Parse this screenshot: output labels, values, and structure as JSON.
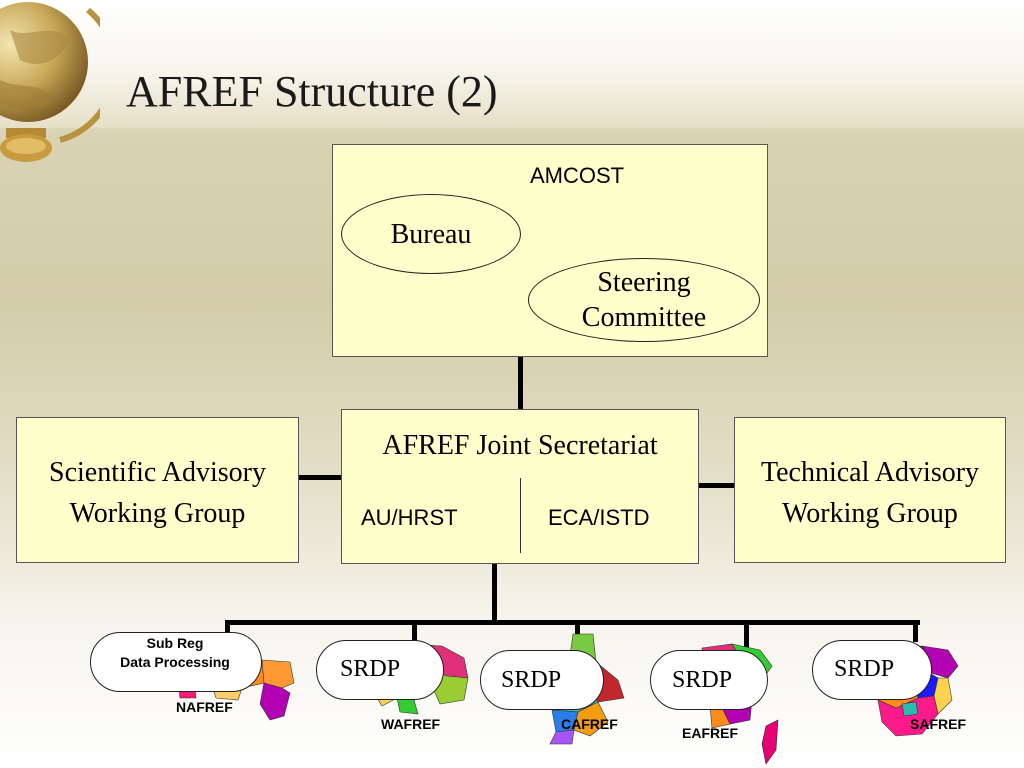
{
  "title": "AFREF Structure (2)",
  "amcost": {
    "label": "AMCOST",
    "bureau": "Bureau",
    "steering_line1": "Steering",
    "steering_line2": "Committee"
  },
  "secretariat": {
    "title": "AFREF Joint Secretariat",
    "left": "AU/HRST",
    "right": "ECA/ISTD"
  },
  "scientific": {
    "line1": "Scientific Advisory",
    "line2": "Working Group"
  },
  "technical": {
    "line1": "Technical Advisory",
    "line2": "Working Group"
  },
  "regions": [
    {
      "node_line1": "Sub Reg",
      "node_line2": "Data Processing",
      "label": "NAFREF"
    },
    {
      "node": "SRDP",
      "label": "WAFREF"
    },
    {
      "node": "SRDP",
      "label": "CAFREF"
    },
    {
      "node": "SRDP",
      "label": "EAFREF"
    },
    {
      "node": "SRDP",
      "label": "SAFREF"
    }
  ],
  "colors": {
    "box_fill": "#ffffcc",
    "line": "#000000"
  }
}
